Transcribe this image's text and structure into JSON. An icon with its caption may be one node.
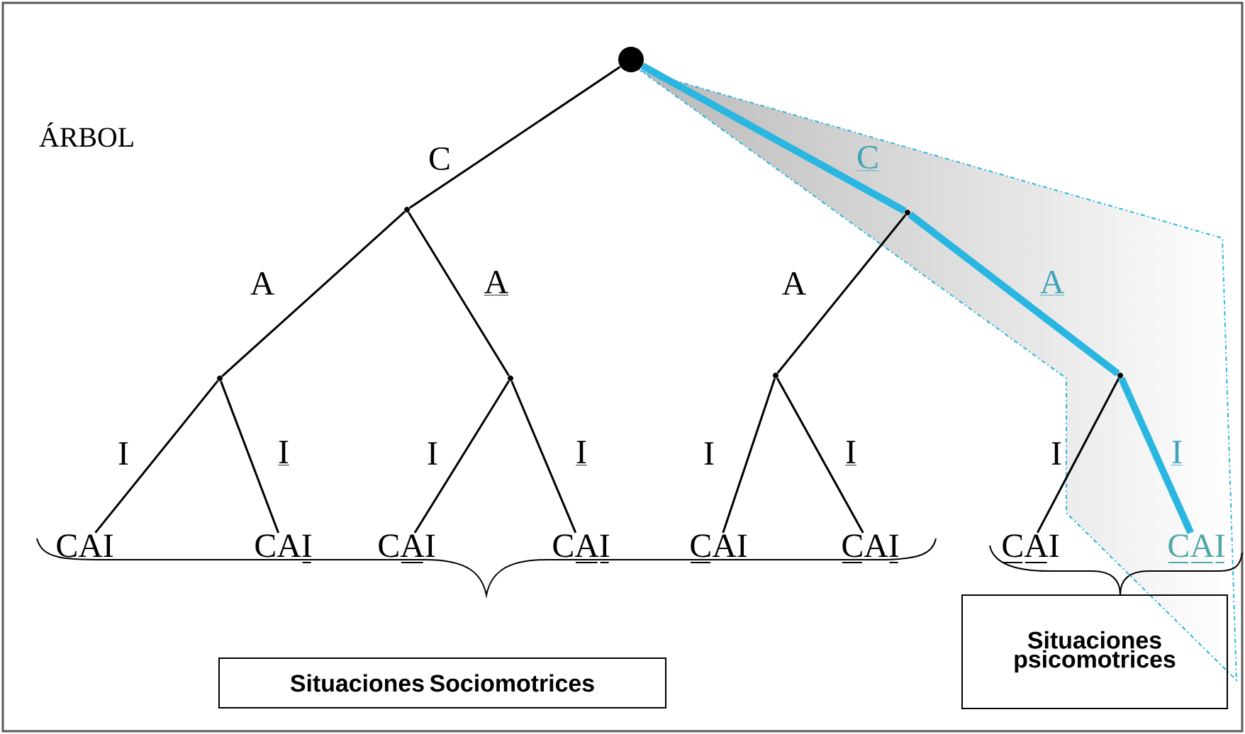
{
  "diagram": {
    "title": "ÁRBOL",
    "nodes": [
      {
        "text": [],
        "shape": "circle"
      },
      {
        "text": [],
        "shape": "point"
      },
      {
        "text": [],
        "shape": "point"
      },
      {
        "text": [],
        "shape": "point"
      },
      {
        "text": [],
        "shape": "point"
      },
      {
        "text": [],
        "shape": "point"
      },
      {
        "text": [],
        "shape": "point"
      },
      {
        "text": [
          "CAI"
        ]
      },
      {
        "text": [
          "CAI"
        ]
      },
      {
        "text": [
          "CAI"
        ]
      },
      {
        "text": [
          "CAI"
        ]
      },
      {
        "text": [
          "CAI"
        ]
      },
      {
        "text": [
          "CAI"
        ]
      },
      {
        "text": [
          "CAI"
        ]
      },
      {
        "text": [
          "CAI"
        ]
      },
      {
        "text": [
          "Situaciones Sociomotrices"
        ]
      },
      {
        "text": [
          "Situaciones psicomotrices"
        ]
      }
    ],
    "edges": [
      {
        "from": 0,
        "to": 1,
        "arrow": "none",
        "label": "C"
      },
      {
        "from": 0,
        "to": 2,
        "arrow": "none",
        "label": "C",
        "style": "thick",
        "color": "#29b6e0"
      },
      {
        "from": 1,
        "to": 3,
        "arrow": "none",
        "label": "A"
      },
      {
        "from": 1,
        "to": 4,
        "arrow": "none",
        "label": "A"
      },
      {
        "from": 2,
        "to": 5,
        "arrow": "none",
        "label": "A"
      },
      {
        "from": 2,
        "to": 6,
        "arrow": "none",
        "label": "A",
        "style": "thick",
        "color": "#29b6e0"
      },
      {
        "from": 3,
        "to": 7,
        "arrow": "none",
        "label": "I"
      },
      {
        "from": 3,
        "to": 8,
        "arrow": "none",
        "label": "I"
      },
      {
        "from": 4,
        "to": 9,
        "arrow": "none",
        "label": "I"
      },
      {
        "from": 4,
        "to": 10,
        "arrow": "none",
        "label": "I"
      },
      {
        "from": 5,
        "to": 11,
        "arrow": "none",
        "label": "I"
      },
      {
        "from": 5,
        "to": 12,
        "arrow": "none",
        "label": "I"
      },
      {
        "from": 6,
        "to": 13,
        "arrow": "none",
        "label": "I"
      },
      {
        "from": 6,
        "to": 14,
        "arrow": "none",
        "label": "I",
        "style": "thick",
        "color": "#29b6e0"
      }
    ]
  }
}
